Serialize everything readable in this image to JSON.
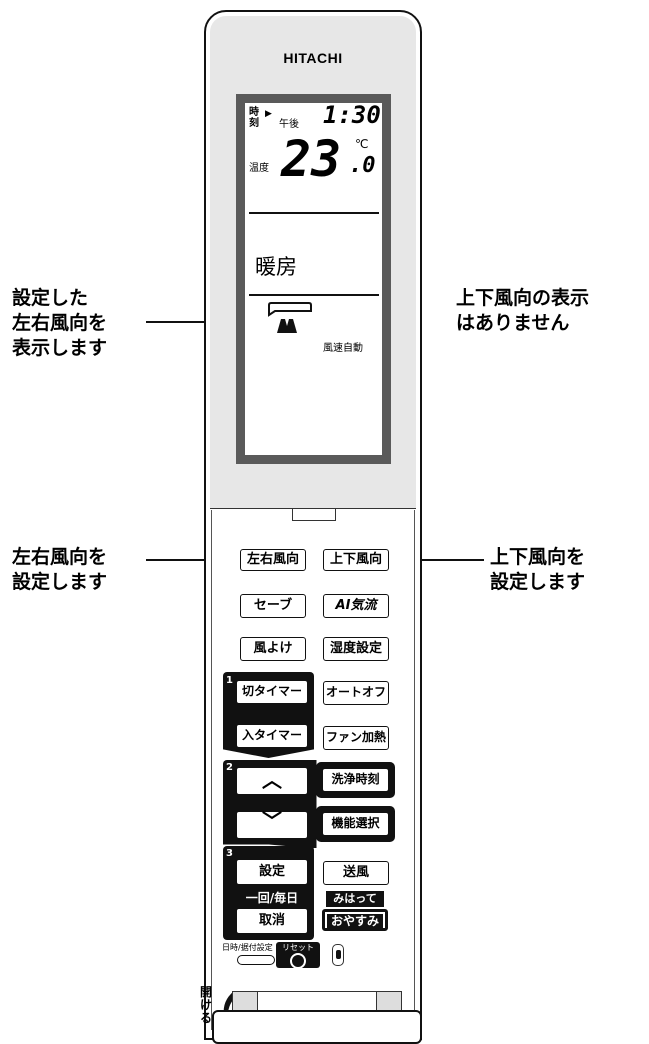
{
  "brand": "HITACHI",
  "display": {
    "time_label_1": "時",
    "time_label_2": "刻",
    "ampm": "午後",
    "time": "1:30",
    "temp_label": "温度",
    "temp_main": "23",
    "temp_decimal": ".0",
    "temp_unit": "℃",
    "mode": "暖房",
    "fan_speed": "風速自動"
  },
  "callouts": {
    "left_display_1": "設定した",
    "left_display_2": "左右風向を",
    "left_display_3": "表示します",
    "right_display_1": "上下風向の表示",
    "right_display_2": "はありません",
    "left_button_1": "左右風向を",
    "left_button_2": "設定します",
    "right_button_1": "上下風向を",
    "right_button_2": "設定します"
  },
  "buttons": {
    "lr_wind": "左右風向",
    "ud_wind": "上下風向",
    "save": "セーブ",
    "ai_flow": "AI気流",
    "wind_avoid": "風よけ",
    "humidity": "湿度設定",
    "off_timer": "切タイマー",
    "auto_off": "オートオフ",
    "on_timer": "入タイマー",
    "fan_heat": "ファン加熱",
    "up": "︿",
    "wash_time": "洗浄時刻",
    "down": "﹀",
    "func_select": "機能選択",
    "set": "設定",
    "fan": "送風",
    "once_daily": "一回/毎日",
    "mihatte": "みはって",
    "cancel": "取消",
    "oyasumi": "おやすみ",
    "date_setting": "日時/据付設定",
    "reset": "リセット",
    "open": "開",
    "open2": "け",
    "open3": "る"
  },
  "block_numbers": [
    "1",
    "2",
    "3"
  ]
}
